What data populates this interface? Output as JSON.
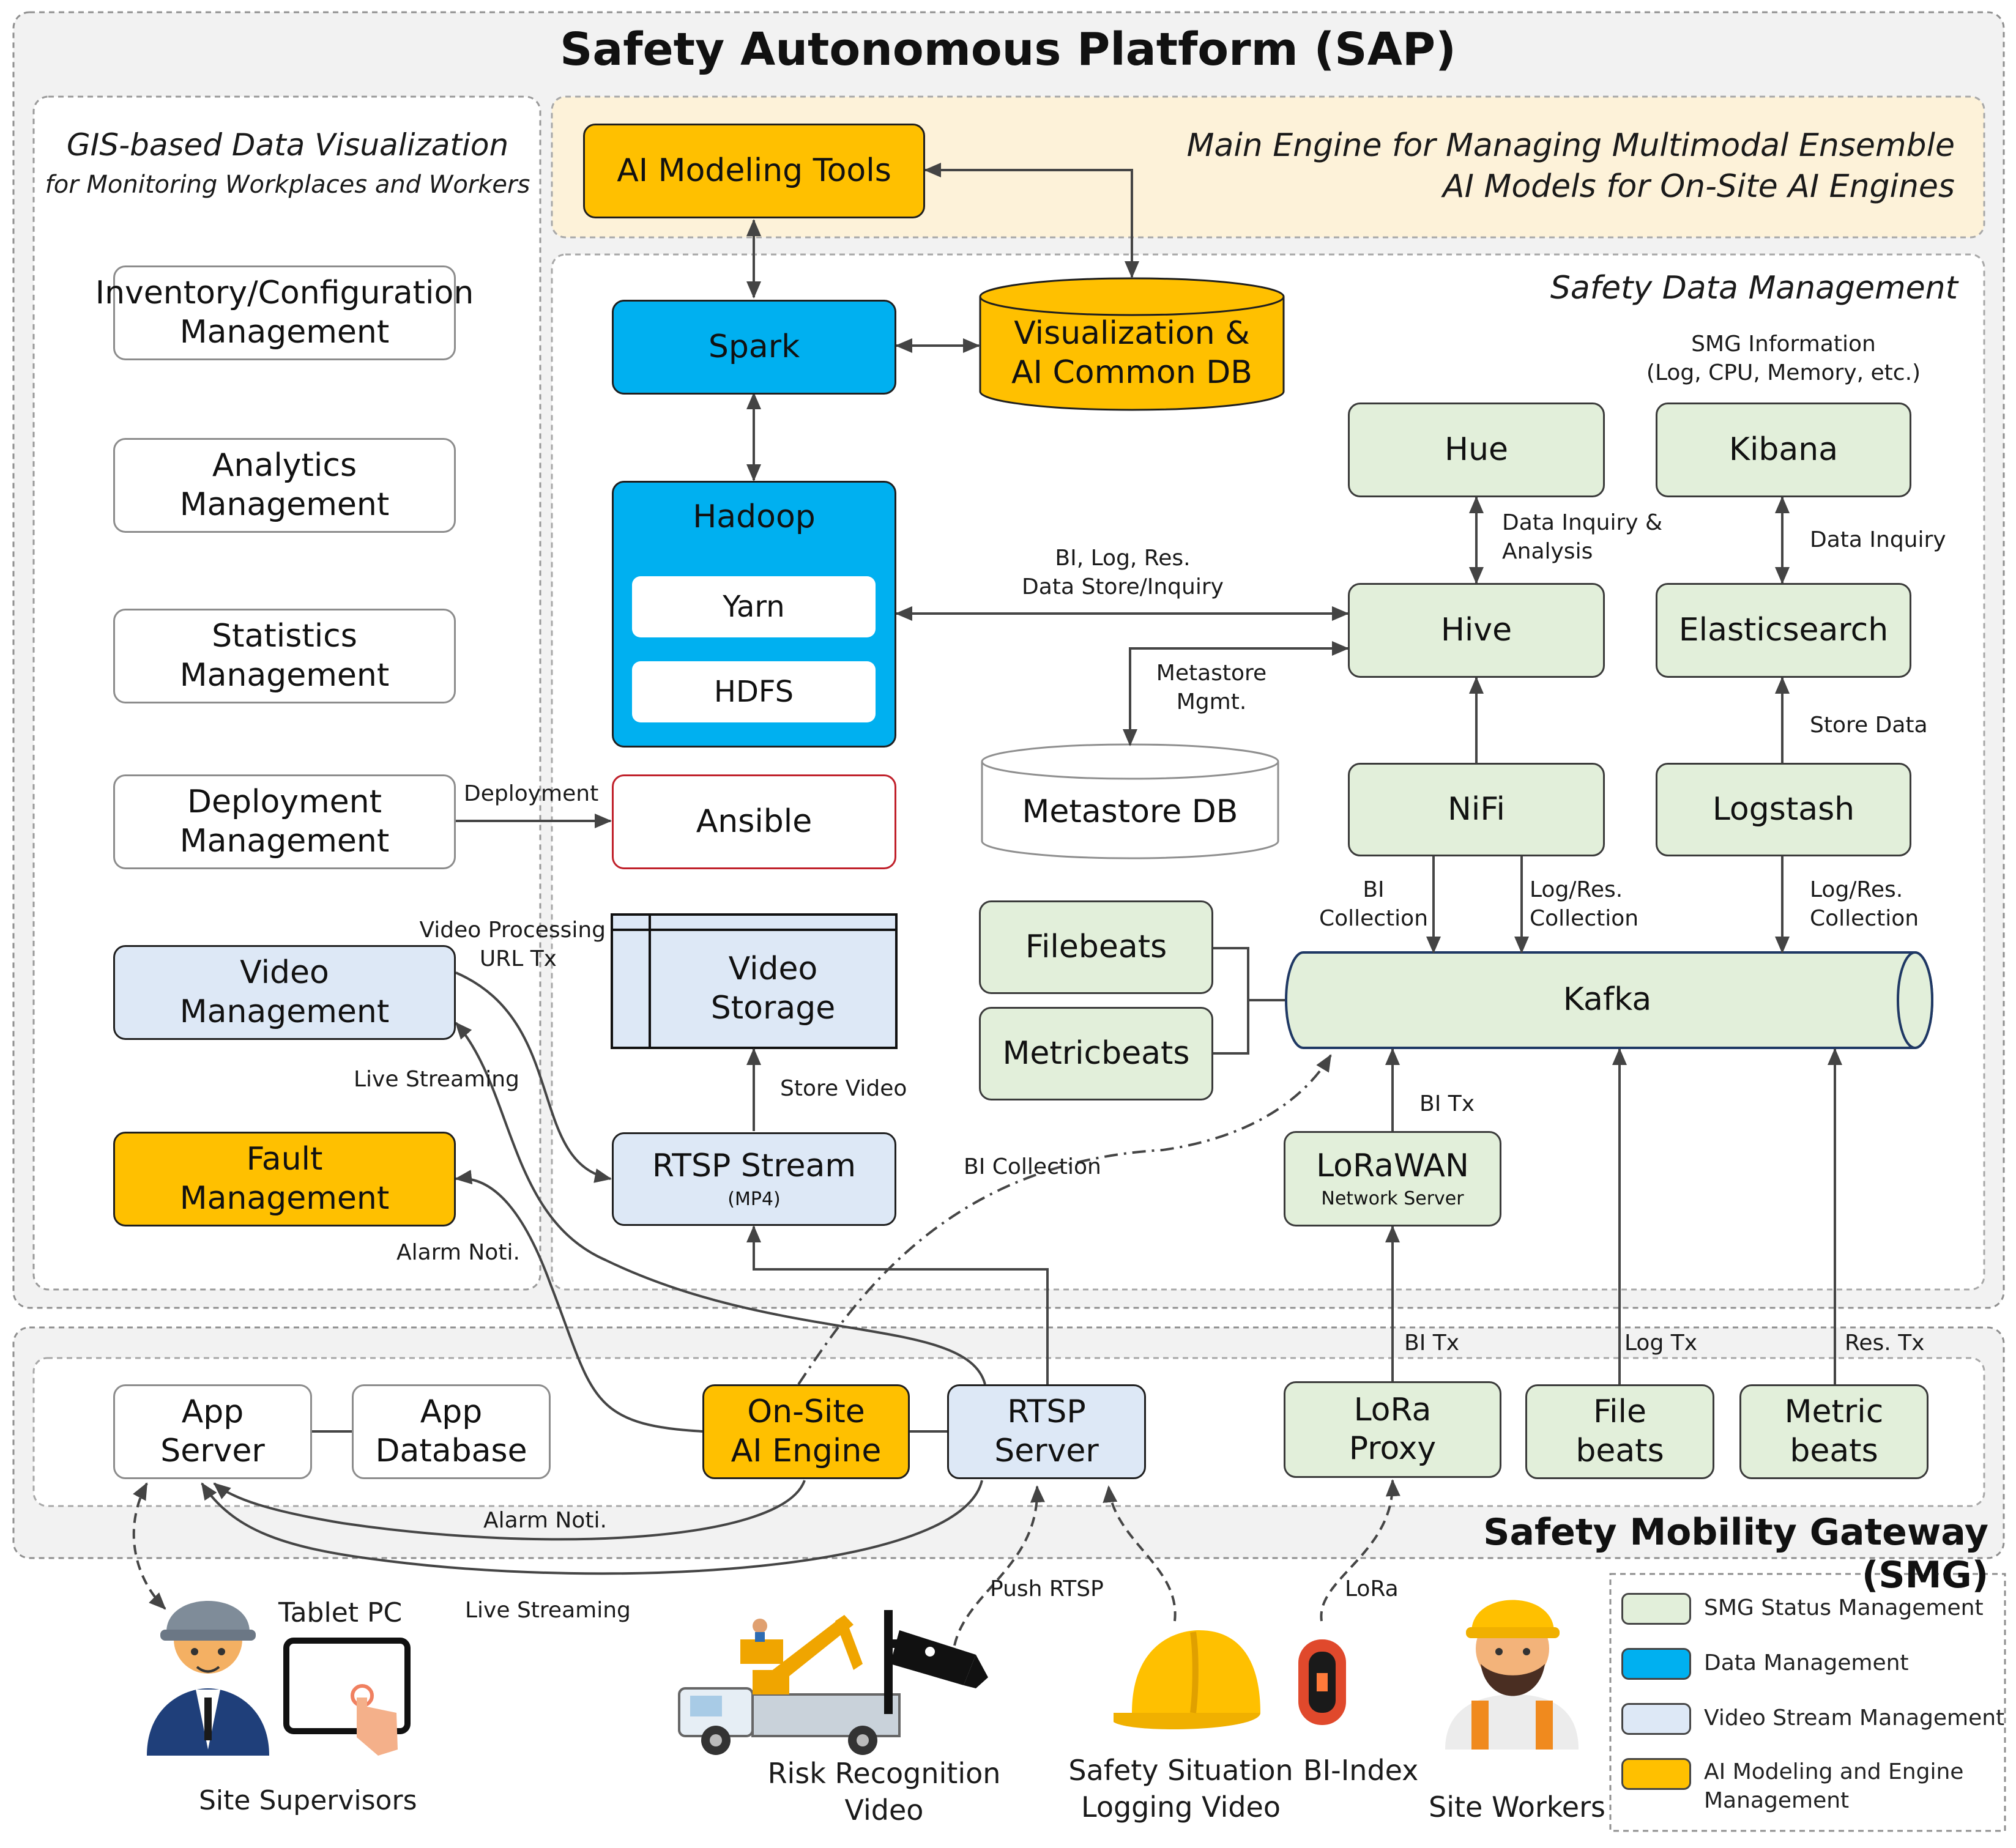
{
  "title": "Safety Autonomous Platform (SAP)",
  "smg_title": "Safety Mobility Gateway (SMG)",
  "gis": {
    "title": "GIS-based Data Visualization",
    "subtitle": "for Monitoring Workplaces and Workers"
  },
  "main_engine": {
    "line1": "Main Engine for Managing Multimodal Ensemble",
    "line2": "AI Models for On-Site AI Engines"
  },
  "sdm_title": "Safety Data Management",
  "left_modules": {
    "inventory": [
      "Inventory/Configuration",
      "Management"
    ],
    "analytics": [
      "Analytics",
      "Management"
    ],
    "statistics": [
      "Statistics",
      "Management"
    ],
    "deployment": [
      "Deployment",
      "Management"
    ],
    "video": [
      "Video",
      "Management"
    ],
    "fault": [
      "Fault",
      "Management"
    ]
  },
  "nodes": {
    "ai_modeling": "AI Modeling Tools",
    "spark": "Spark",
    "vis_db": [
      "Visualization &",
      "AI Common DB"
    ],
    "hadoop": "Hadoop",
    "yarn": "Yarn",
    "hdfs": "HDFS",
    "ansible": "Ansible",
    "video_storage": [
      "Video",
      "Storage"
    ],
    "rtsp_stream": "RTSP Stream",
    "rtsp_stream_sub": "(MP4)",
    "metastore_db": "Metastore DB",
    "hue": "Hue",
    "kibana": "Kibana",
    "hive": "Hive",
    "elasticsearch": "Elasticsearch",
    "nifi": "NiFi",
    "logstash": "Logstash",
    "filebeats": "Filebeats",
    "metricbeats": "Metricbeats",
    "kafka": "Kafka",
    "lorawan": "LoRaWAN",
    "lorawan_sub": "Network Server",
    "app_server": [
      "App",
      "Server"
    ],
    "app_database": [
      "App",
      "Database"
    ],
    "onsite_ai": [
      "On-Site",
      "AI Engine"
    ],
    "rtsp_server": [
      "RTSP",
      "Server"
    ],
    "lora_proxy": [
      "LoRa",
      "Proxy"
    ],
    "file_beats": [
      "File",
      "beats"
    ],
    "metric_beats": [
      "Metric",
      "beats"
    ]
  },
  "edge_labels": {
    "smg_info": [
      "SMG Information",
      "(Log, CPU, Memory, etc.)"
    ],
    "data_inquiry_analysis": [
      "Data Inquiry &",
      "Analysis"
    ],
    "data_inquiry": "Data Inquiry",
    "bi_log_res": [
      "BI, Log, Res.",
      "Data Store/Inquiry"
    ],
    "metastore_mgmt": [
      "Metastore",
      "Mgmt."
    ],
    "store_data": "Store Data",
    "deployment": "Deployment",
    "video_processing": [
      "Video Processing",
      "URL Tx"
    ],
    "bi_collection_nifi": [
      "BI",
      "Collection"
    ],
    "log_res_nifi": [
      "Log/Res.",
      "Collection"
    ],
    "log_res_logstash": [
      "Log/Res.",
      "Collection"
    ],
    "live_streaming_top": "Live Streaming",
    "store_video": "Store Video",
    "bi_collection": "BI Collection",
    "bi_tx_upper": "BI Tx",
    "alarm_noti_top": "Alarm Noti.",
    "bi_tx_lower": "BI Tx",
    "log_tx": "Log Tx",
    "res_tx": "Res. Tx",
    "alarm_noti_bottom": "Alarm Noti.",
    "live_streaming_bottom": "Live Streaming",
    "push_rtsp": "Push RTSP",
    "lora": "LoRa"
  },
  "bottom": {
    "tablet_pc": "Tablet PC",
    "site_supervisors": "Site Supervisors",
    "risk_video": [
      "Risk Recognition",
      "Video"
    ],
    "safety_video": [
      "Safety Situation",
      "Logging Video"
    ],
    "bi_index": "BI-Index",
    "site_workers": "Site Workers"
  },
  "legend": [
    {
      "label": "SMG Status Management",
      "color": "#e2efda"
    },
    {
      "label": "Data Management",
      "color": "#00b0f0"
    },
    {
      "label": "Video Stream Management",
      "color": "#dde8f6"
    },
    {
      "label": "AI Modeling and Engine Management",
      "color": "#ffc000"
    }
  ],
  "colors": {
    "smg_status": "#e2efda",
    "data_mgmt": "#00b0f0",
    "video_stream": "#dde8f6",
    "ai_modeling": "#ffc000",
    "main_engine_bg": "#fdf2d9"
  }
}
